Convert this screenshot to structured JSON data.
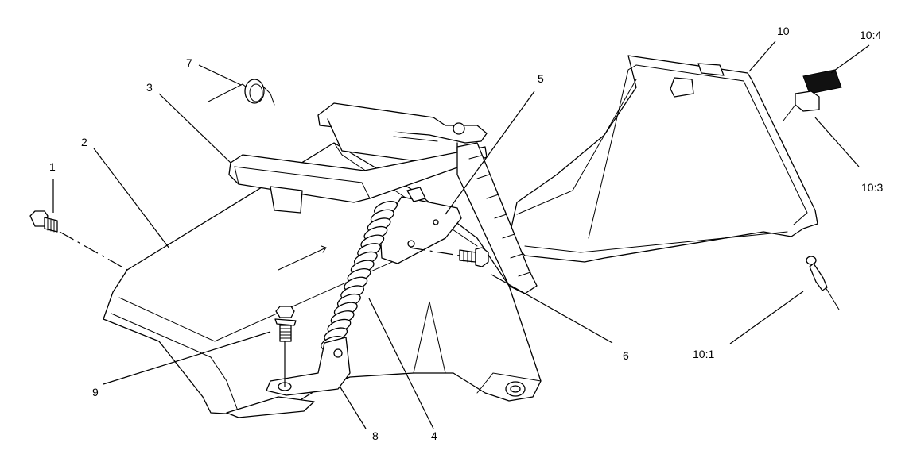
{
  "callouts": [
    {
      "id": "1",
      "label": "1"
    },
    {
      "id": "2",
      "label": "2"
    },
    {
      "id": "3",
      "label": "3"
    },
    {
      "id": "4",
      "label": "4"
    },
    {
      "id": "5",
      "label": "5"
    },
    {
      "id": "6",
      "label": "6"
    },
    {
      "id": "7",
      "label": "7"
    },
    {
      "id": "8",
      "label": "8"
    },
    {
      "id": "9",
      "label": "9"
    },
    {
      "id": "10",
      "label": "10"
    },
    {
      "id": "10-1",
      "label": "10:1"
    },
    {
      "id": "10-3",
      "label": "10:3"
    },
    {
      "id": "10-4",
      "label": "10:4"
    }
  ],
  "colors": {
    "line": "#000000",
    "background": "#ffffff",
    "fill": "#ffffff"
  }
}
